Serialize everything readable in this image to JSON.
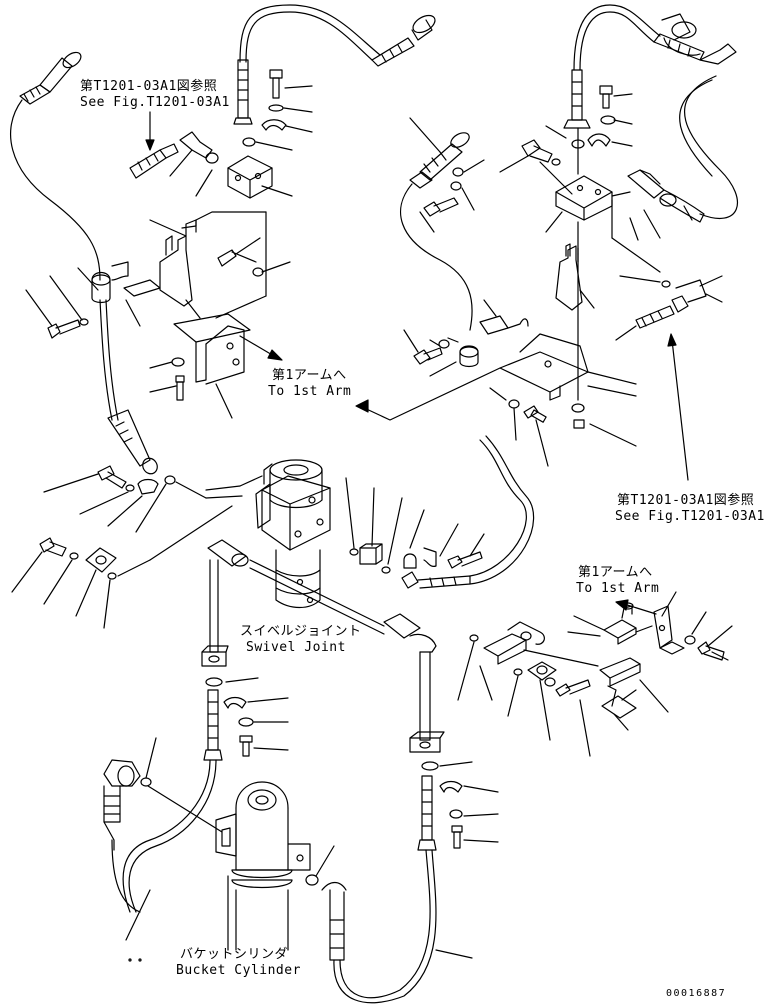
{
  "references": {
    "top_left_jp": "第T1201-03A1図参照",
    "top_left_en": "See Fig.T1201-03A1",
    "right_jp": "第T1201-03A1図参照",
    "right_en": "See Fig.T1201-03A1"
  },
  "destinations": {
    "left_jp": "第1アームへ",
    "left_en": "To 1st Arm",
    "right_jp": "第1アームへ",
    "right_en": "To 1st Arm"
  },
  "components": {
    "swivel_jp": "スイベルジョイント",
    "swivel_en": "Swivel Joint",
    "bucket_jp": "バケットシリンダ",
    "bucket_en": "Bucket Cylinder"
  },
  "drawing_number": "00016887",
  "colors": {
    "ink": "#000000",
    "paper": "#ffffff"
  }
}
